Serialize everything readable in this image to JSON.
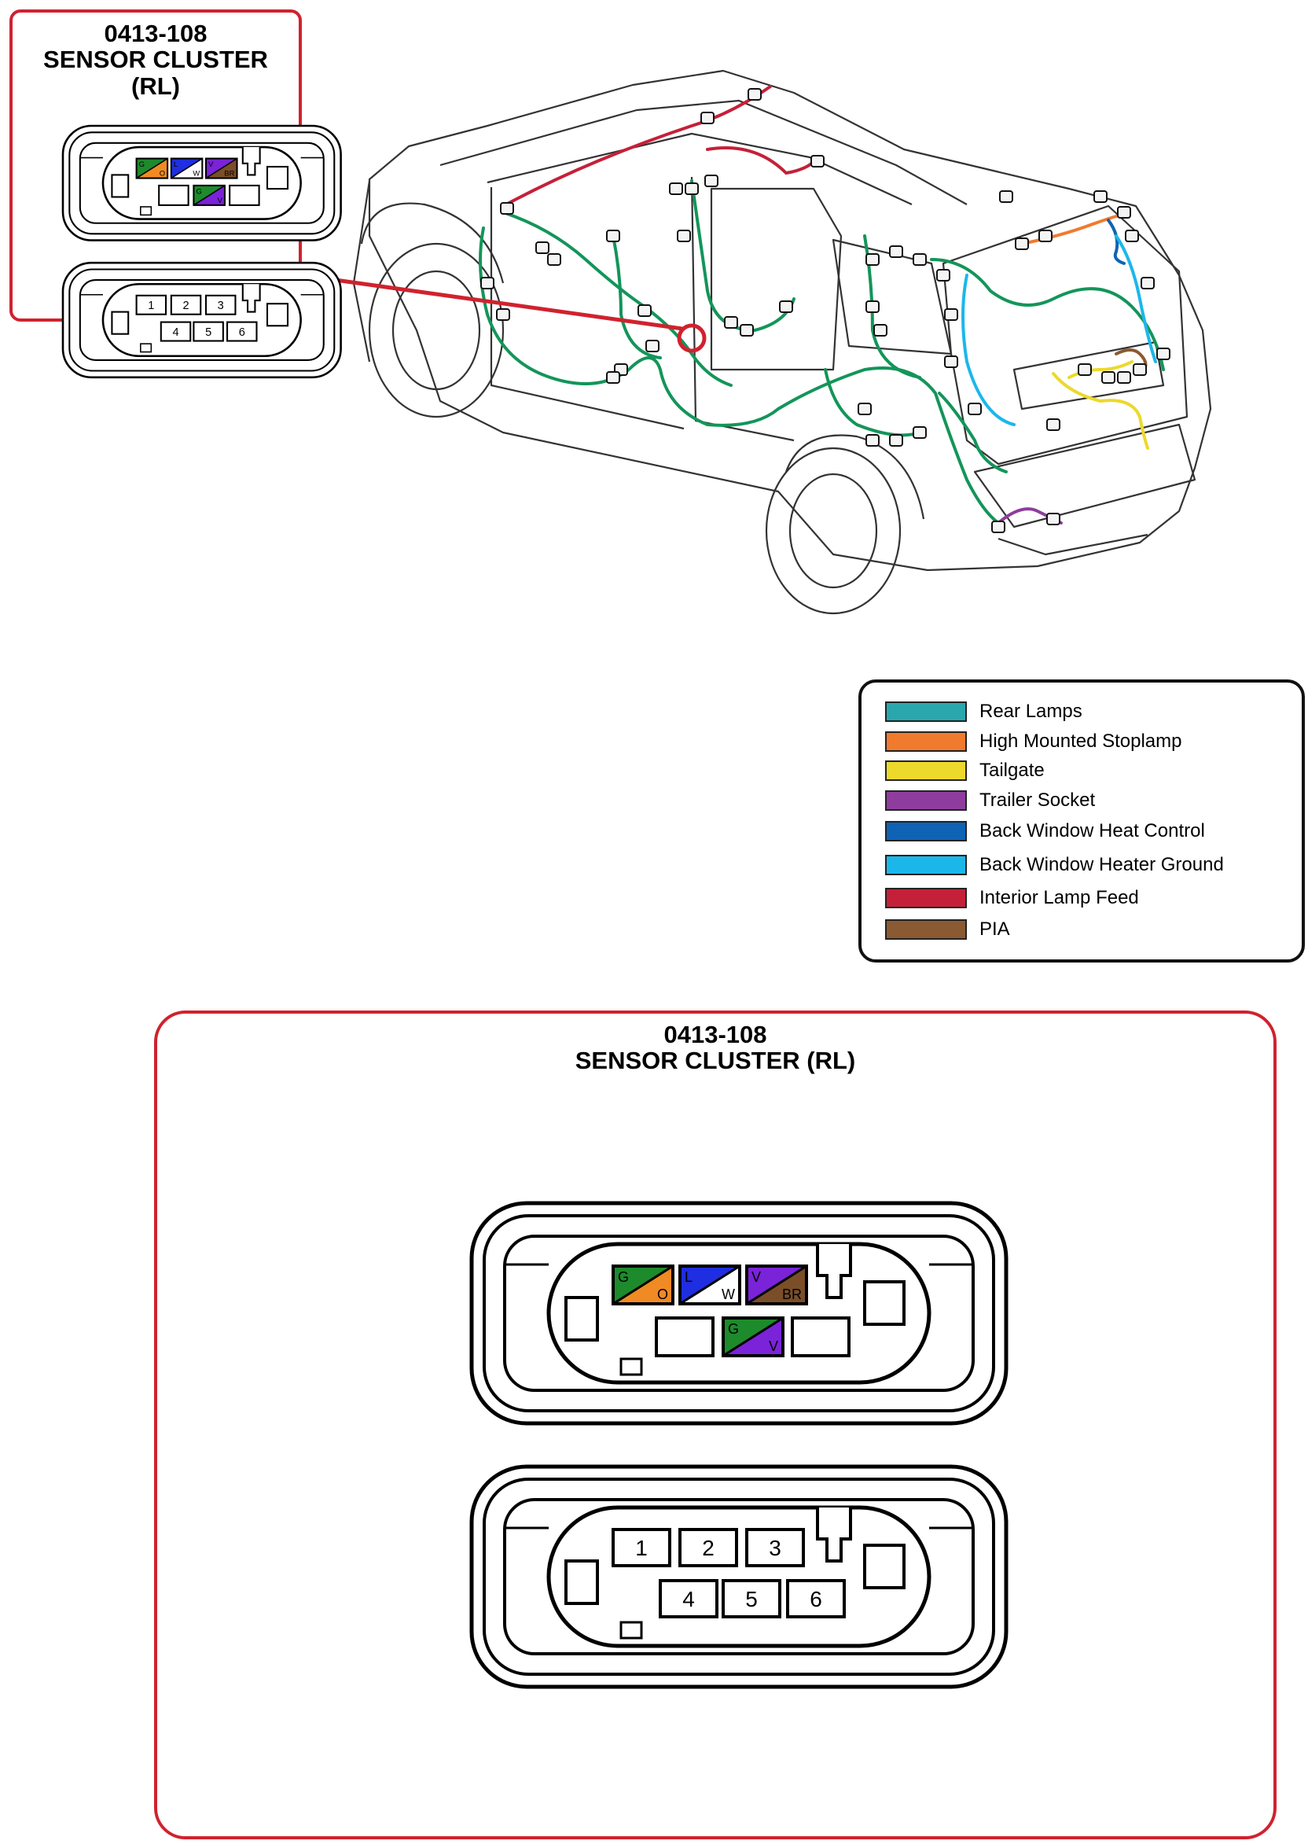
{
  "connector": {
    "part_number": "0413-108",
    "small_title_line2": "SENSOR CLUSTER",
    "small_title_line3": "(RL)",
    "large_title_line2": "SENSOR CLUSTER (RL)"
  },
  "pins_top": [
    {
      "top": "G",
      "bottom": "O",
      "color_a": "#1d8a2c",
      "color_b": "#f08a24"
    },
    {
      "top": "L",
      "bottom": "W",
      "color_a": "#1f2ee0",
      "color_b": "#ffffff"
    },
    {
      "top": "V",
      "bottom": "BR",
      "color_a": "#7a23d8",
      "color_b": "#7a4e28"
    },
    {
      "top": "G",
      "bottom": "V",
      "color_a": "#1d8a2c",
      "color_b": "#7a23d8"
    }
  ],
  "pins_bottom": [
    "1",
    "2",
    "3",
    "4",
    "5",
    "6"
  ],
  "legend": [
    {
      "label": "Rear Lamps",
      "color": "#2aa7ad"
    },
    {
      "label": "High Mounted Stoplamp",
      "color": "#f07a2e"
    },
    {
      "label": "Tailgate",
      "color": "#ecd92b"
    },
    {
      "label": "Trailer Socket",
      "color": "#8e3d9e"
    },
    {
      "label": "Back Window Heat Control",
      "color": "#0f63b4"
    },
    {
      "label": "Back Window Heater Ground",
      "color": "#1cb7ea"
    },
    {
      "label": "Interior Lamp Feed",
      "color": "#c52039"
    },
    {
      "label": "PIA",
      "color": "#8a5a33"
    }
  ],
  "harness_color": "#13955a"
}
